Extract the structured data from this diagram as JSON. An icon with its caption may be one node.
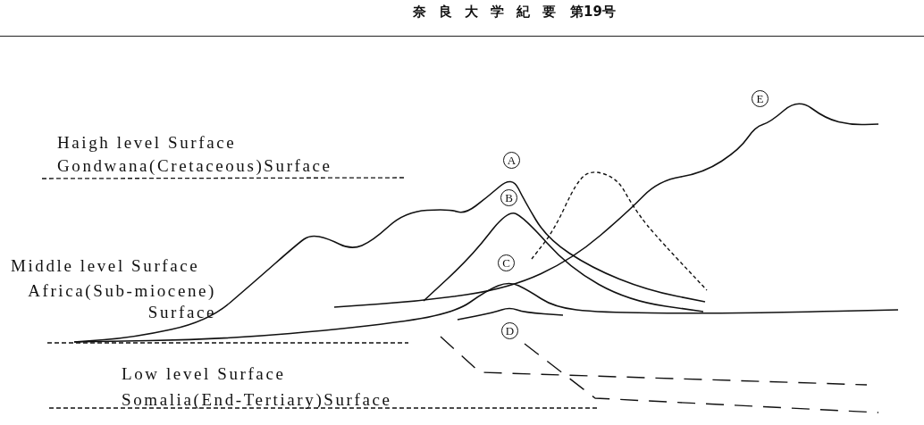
{
  "diagram": {
    "labels": [
      "奈良大学紀要",
      "第19号",
      "E",
      "Haigh level Surface",
      "Gondwana(Cretaceous)Surface",
      "A",
      "B",
      "Middle level Surface",
      "C",
      "Africa(Sub-miocene) Surface",
      "D",
      "Low level Surface",
      "Somalia(End-Tertiary)Surface"
    ]
  }
}
